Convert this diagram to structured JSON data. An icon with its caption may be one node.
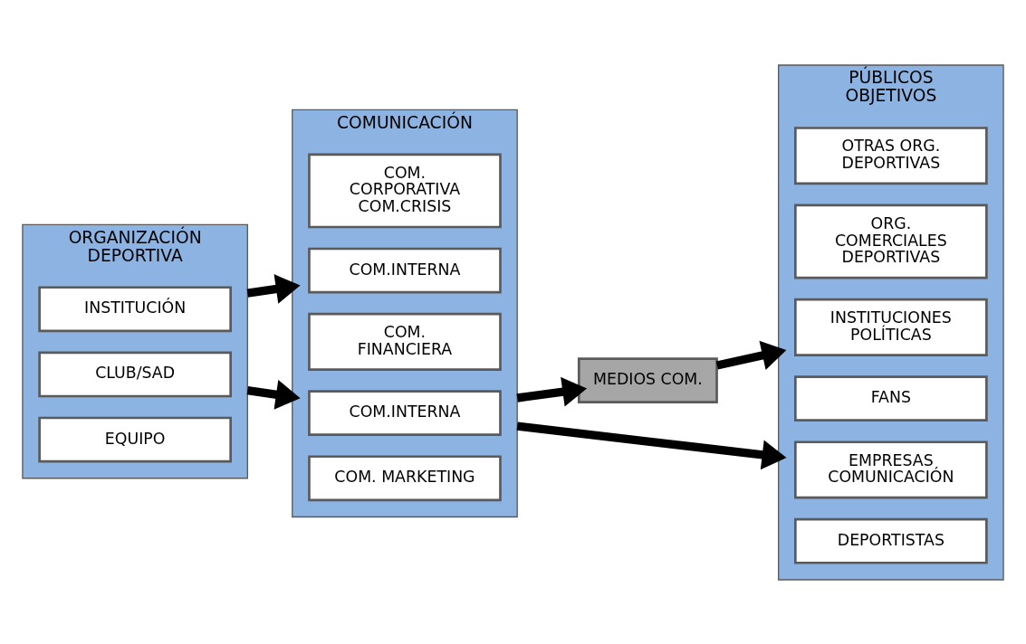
{
  "diagram": {
    "nodes": [
      {
        "text": [
          "ORGANIZACIÓN DEPORTIVA"
        ]
      },
      {
        "text": [
          "EQUIPO"
        ],
        "in": 0
      },
      {
        "text": [
          "CLUB/SAD"
        ],
        "in": 0
      },
      {
        "text": [
          "INSTITUCIÓN"
        ],
        "in": 0
      },
      {
        "text": [
          "COMUNICACIÓN"
        ]
      },
      {
        "text": [
          "COM. MARKETING"
        ],
        "in": 4
      },
      {
        "text": [
          "COM.INTERNA"
        ],
        "in": 4
      },
      {
        "text": [
          "COM. FINANCIERA"
        ],
        "in": 4
      },
      {
        "text": [
          "COM.INTERNA"
        ],
        "in": 4
      },
      {
        "text": [
          "COM. CORPORATIVA COM.CRISIS"
        ],
        "in": 4
      },
      {
        "text": [
          "MEDIOS COM."
        ]
      },
      {
        "text": [
          "PÚBLICOS OBJETIVOS"
        ]
      },
      {
        "text": [
          "DEPORTISTAS"
        ],
        "in": 11
      },
      {
        "text": [
          "EMPRESAS COMUNICACIÓN"
        ],
        "in": 11
      },
      {
        "text": [
          "FANS"
        ],
        "in": 11
      },
      {
        "text": [
          "INSTITUCIONES POLÍTICAS"
        ],
        "in": 11
      },
      {
        "text": [
          "ORG. COMERCIALES DEPORTIVAS"
        ],
        "in": 11
      },
      {
        "text": [
          "OTRAS ORG. DEPORTIVAS"
        ],
        "in": 11
      }
    ],
    "edges": [
      {
        "from": 0,
        "to": 4,
        "arrow": "to"
      },
      {
        "from": 0,
        "to": 4,
        "arrow": "to"
      },
      {
        "from": 4,
        "to": 10,
        "arrow": "to"
      },
      {
        "from": 10,
        "to": 11,
        "arrow": "to"
      },
      {
        "from": 4,
        "to": 11,
        "arrow": "to"
      }
    ]
  }
}
